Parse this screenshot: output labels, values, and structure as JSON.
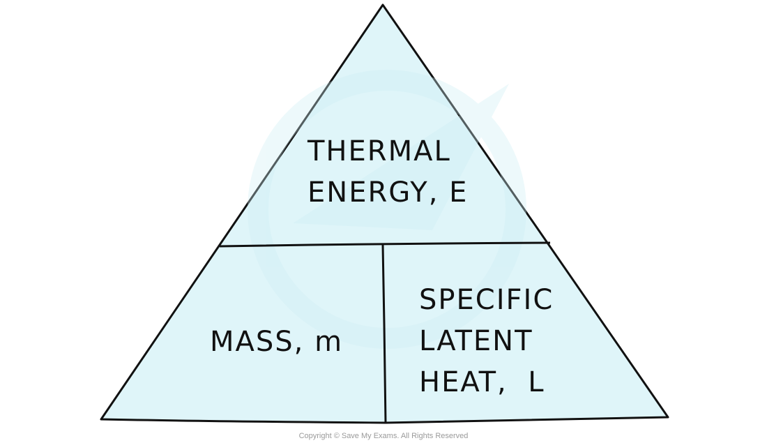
{
  "diagram": {
    "top_section": {
      "line1": "THERMAL",
      "line2": "ENERGY, E"
    },
    "bottom_left_section": {
      "line1": "MASS, m"
    },
    "bottom_right_section": {
      "line1": "SPECIFIC",
      "line2": "LATENT",
      "line3": "HEAT,  L"
    },
    "fill_color": "#dff5f9",
    "stroke_color": "#111111"
  },
  "footer": {
    "copyright": "Copyright © Save My Exams. All Rights Reserved"
  }
}
